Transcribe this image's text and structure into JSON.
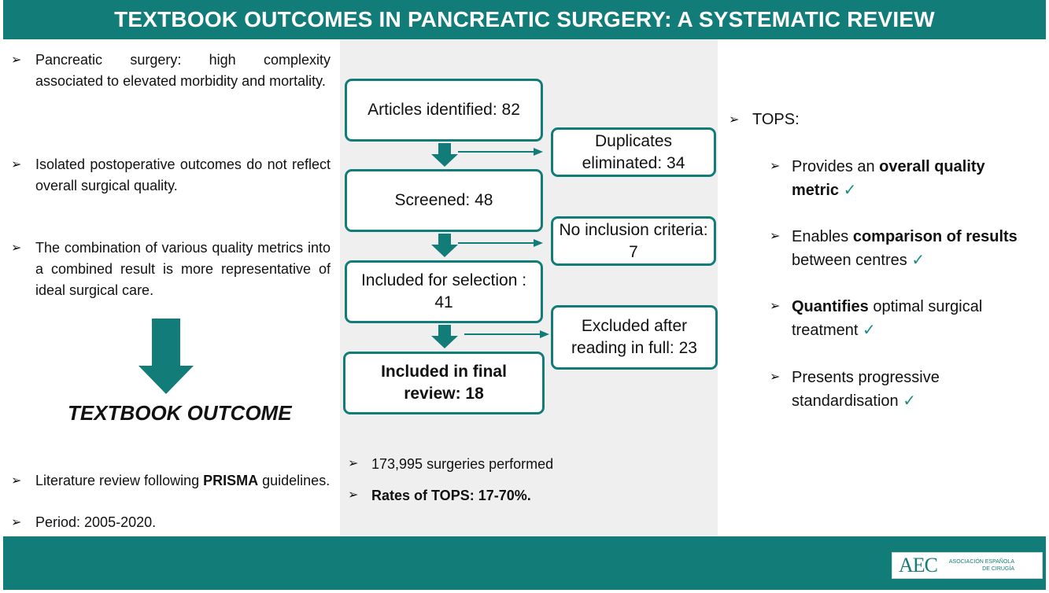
{
  "header": {
    "title": "TEXTBOOK OUTCOMES IN PANCREATIC SURGERY: A SYSTEMATIC REVIEW"
  },
  "colors": {
    "brand": "#127c78",
    "panel": "#efefef",
    "check": "#1a8c86"
  },
  "bullet_symbol": "➢",
  "left": {
    "points": [
      "Pancreatic surgery: high complexity associated to elevated morbidity and mortality.",
      "Isolated postoperative outcomes do not reflect overall surgical quality.",
      "The combination of various quality metrics into a combined result is more representative of ideal surgical care."
    ],
    "textbook_label": "TEXTBOOK OUTCOME",
    "literature_prefix": "Literature review following ",
    "literature_bold": "PRISMA",
    "literature_suffix": " guidelines.",
    "period": "Period: 2005-2020."
  },
  "flow": {
    "identified": "Articles identified: 82",
    "duplicates": "Duplicates eliminated: 34",
    "screened": "Screened: 48",
    "no_inclusion": "No inclusion criteria: 7",
    "included_selection": "Included for selection : 41",
    "excluded_full": "Excluded after reading in full: 23",
    "final": "Included in final review: 18"
  },
  "stats": {
    "surgeries": "173,995 surgeries performed",
    "rates": "Rates of TOPS: 17-70%."
  },
  "right": {
    "tops_label": "TOPS:",
    "check_glyph": "✓",
    "items": [
      {
        "pre": "Provides an ",
        "bold": "overall quality metric",
        "post": " "
      },
      {
        "pre": "Enables ",
        "bold": "comparison of results",
        "post": " between centres "
      },
      {
        "pre": "",
        "bold": "Quantifies",
        "post": " optimal surgical treatment "
      },
      {
        "pre": "Presents progressive standardisation ",
        "bold": "",
        "post": ""
      }
    ]
  },
  "logo": {
    "mark": "AEC",
    "line1": "ASOCIACIÓN ESPAÑOLA",
    "line2": "DE CIRUGÍA"
  }
}
